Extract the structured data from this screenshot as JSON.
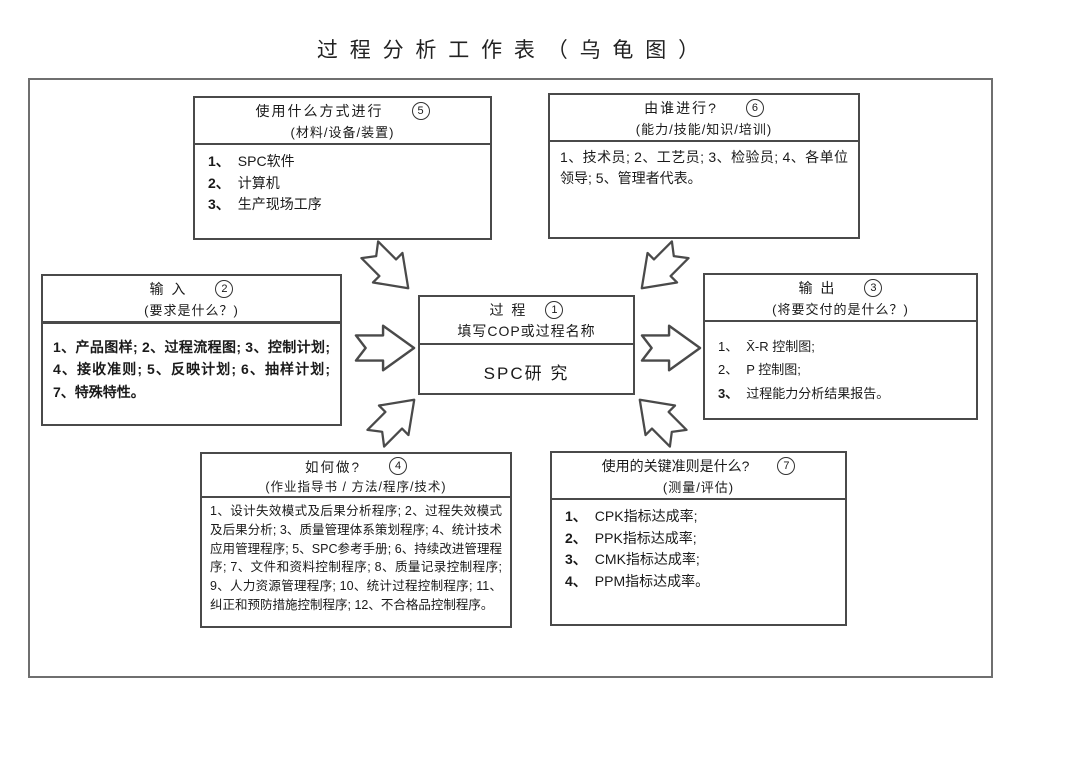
{
  "page": {
    "title": "过 程 分 析 工 作 表 （ 乌 龟 图 ）"
  },
  "colors": {
    "line": "#4a4a4a",
    "frame": "#6f6f6f",
    "text": "#1a1a1a",
    "background": "#ffffff"
  },
  "boxes": {
    "process": {
      "number": "1",
      "title": "过  程",
      "subtitle": "填写COP或过程名称",
      "body": "SPC研 究"
    },
    "input": {
      "number": "2",
      "title": "输  入",
      "subtitle": "(要求是什么？)",
      "body": "1、产品图样;  2、过程流程图;  3、控制计划; 4、接收准则;  5、反映计划;  6、抽样计划; 7、特殊特性。"
    },
    "output": {
      "number": "3",
      "title": "输  出",
      "subtitle": "(将要交付的是什么？)",
      "items": [
        {
          "num": "1、",
          "text": "X̄-R 控制图;"
        },
        {
          "num": "2、",
          "text": "P 控制图;"
        },
        {
          "num": "3、",
          "text": "过程能力分析结果报告。"
        }
      ]
    },
    "how": {
      "number": "4",
      "title": "如何做?",
      "subtitle": "(作业指导书 / 方法/程序/技术)",
      "body": "1、设计失效模式及后果分析程序;   2、过程失效模式及后果分析;  3、质量管理体系策划程序;   4、统计技术应用管理程序;   5、SPC参考手册;  6、持续改进管理程序;  7、文件和资料控制程序;   8、质量记录控制程序;  9、人力资源管理程序;   10、统计过程控制程序;  11、纠正和预防措施控制程序;   12、不合格品控制程序。"
    },
    "methods": {
      "number": "5",
      "title": "使用什么方式进行",
      "subtitle": "(材料/设备/装置)",
      "items": [
        {
          "num": "1、",
          "text": "SPC软件"
        },
        {
          "num": "2、",
          "text": "计算机"
        },
        {
          "num": "3、",
          "text": "生产现场工序"
        }
      ]
    },
    "who": {
      "number": "6",
      "title": "由谁进行?",
      "subtitle": "(能力/技能/知识/培训)",
      "body": "1、技术员;  2、工艺员;  3、检验员;  4、各单位领导;  5、管理者代表。"
    },
    "criteria": {
      "number": "7",
      "title": "使用的关键准则是什么?",
      "subtitle": "(测量/评估)",
      "items": [
        {
          "num": "1、",
          "text": "CPK指标达成率;"
        },
        {
          "num": "2、",
          "text": "PPK指标达成率;"
        },
        {
          "num": "3、",
          "text": "CMK指标达成率;"
        },
        {
          "num": "4、",
          "text": "PPM指标达成率。"
        }
      ]
    }
  },
  "arrows": [
    {
      "name": "arrow-methods-to-process",
      "direction": "down-right"
    },
    {
      "name": "arrow-who-to-process",
      "direction": "down-left"
    },
    {
      "name": "arrow-input-to-process",
      "direction": "right"
    },
    {
      "name": "arrow-process-to-output",
      "direction": "right"
    },
    {
      "name": "arrow-how-to-process",
      "direction": "up-right"
    },
    {
      "name": "arrow-criteria-to-process",
      "direction": "up-left"
    }
  ]
}
